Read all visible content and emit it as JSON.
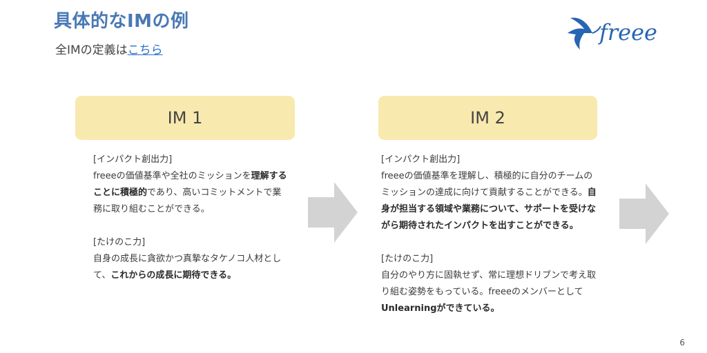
{
  "header": {
    "title": "具体的なIMの例",
    "subtitle_prefix": "全IMの定義は",
    "subtitle_link": "こちら"
  },
  "logo": {
    "text": "freee",
    "icon": "bird-icon",
    "color": "#2864b4"
  },
  "cards": [
    {
      "label": "IM 1",
      "impact_heading": "[インパクト創出力]",
      "impact_pre": "freeeの価値基準や全社のミッションを",
      "impact_bold": "理解することに積極的",
      "impact_post": "であり、高いコミットメントで業務に取り組むことができる。",
      "bamboo_heading": "[たけのこ力]",
      "bamboo_pre": "自身の成長に貪欲かつ真摯なタケノコ人材として、",
      "bamboo_bold": "これからの成長に期待できる。",
      "bamboo_post": ""
    },
    {
      "label": "IM 2",
      "impact_heading": "[インパクト創出力]",
      "impact_pre": "freeeの価値基準を理解し、積極的に自分のチームのミッションの達成に向けて貢献することができる。",
      "impact_bold": "自身が担当する領域や業務について、サポートを受けながら期待されたインパクトを出すことができる。",
      "impact_post": "",
      "bamboo_heading": "[たけのこ力]",
      "bamboo_pre": "自分のやり方に固執せず、常に理想ドリブンで考え取り組む姿勢をもっている。freeeのメンバーとして",
      "bamboo_bold": "Unlearningができている。",
      "bamboo_post": ""
    }
  ],
  "colors": {
    "title": "#4a78b5",
    "card": "#f8e9ae",
    "arrow": "#d3d3d3",
    "link": "#2a6fc9"
  },
  "page_number": "6"
}
